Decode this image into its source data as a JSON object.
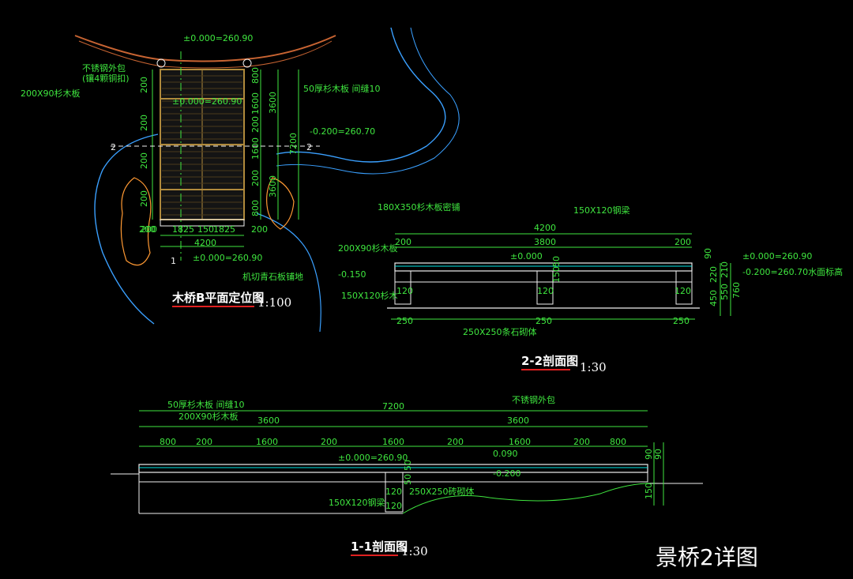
{
  "colors": {
    "background": "#000000",
    "dimension": "#3fe63f",
    "outline": "#f0f0f0",
    "water": "#3aa0ff",
    "rail": "#c86432",
    "deck": "#b08a3c",
    "title_underline": "#e02020",
    "stone": "#ff9933",
    "cyan": "#00e5e5"
  },
  "sheet_title": "景桥2详图",
  "plan": {
    "title": "木桥B平面定位图",
    "scale": "1:100",
    "elev_top": "±0.000=260.90",
    "elev_deck": "±0.000=260.90",
    "elev_bottom": "±0.000=260.90",
    "elev_water": "-0.200=260.70",
    "note_steel": "不锈钢外包",
    "note_steel_2": "(镶4颗铜扣)",
    "note_plank": "200X90杉木板",
    "note_deck": "50厚杉木板 间缝10",
    "note_ground": "机切青石板铺地",
    "left_dims": [
      "200",
      "200",
      "200",
      "200",
      "200"
    ],
    "right_dims": [
      "800",
      "1600",
      "200",
      "1600",
      "200",
      "800"
    ],
    "right_sub": [
      "3600",
      "3600"
    ],
    "total_length": "7200",
    "bottom_dims": [
      "200",
      "1825",
      "150",
      "1825",
      "200"
    ],
    "bottom_total": "4200",
    "section_mark": "2",
    "section_mark_1": "1"
  },
  "section22": {
    "title": "2-2剖面图",
    "scale": "1:30",
    "total_width": "4200",
    "inner_width": "3800",
    "edge_left": "200",
    "edge_right": "200",
    "deck_elev": "±0.000",
    "note_top": "180X350杉木板密铺",
    "note_beam": "150X120钢梁",
    "note_plank": "200X90杉木板",
    "note_minus": "-0.150",
    "note_joist": "150X120杉木",
    "note_base": "250X250条石砌体",
    "dim_120": [
      "120",
      "120",
      "120"
    ],
    "dim_150": "150",
    "dim_50": "50",
    "bottom_dims": [
      "250",
      "250",
      "250"
    ],
    "right_dims": [
      "90",
      "220",
      "210",
      "450",
      "550",
      "760"
    ],
    "elev_a": "±0.000=260.90",
    "elev_b": "-0.200=260.70水面标高"
  },
  "section11": {
    "title": "1-1剖面图",
    "scale": "1:30",
    "note_deck": "50厚杉木板 间缝10",
    "note_plank": "200X90杉木板",
    "note_steel": "不锈钢外包",
    "note_beam": "150X120钢梁",
    "note_base": "250X250砖砌体",
    "total": "7200",
    "halves": [
      "3600",
      "3600"
    ],
    "segments": [
      "800",
      "200",
      "1600",
      "200",
      "1600",
      "200",
      "1600",
      "200",
      "800"
    ],
    "elev_deck": "±0.000=260.90",
    "elev_a": "0.090",
    "elev_b": "-0.200",
    "small_dims": [
      "50",
      "50",
      "120",
      "120",
      "90",
      "90",
      "150"
    ]
  }
}
